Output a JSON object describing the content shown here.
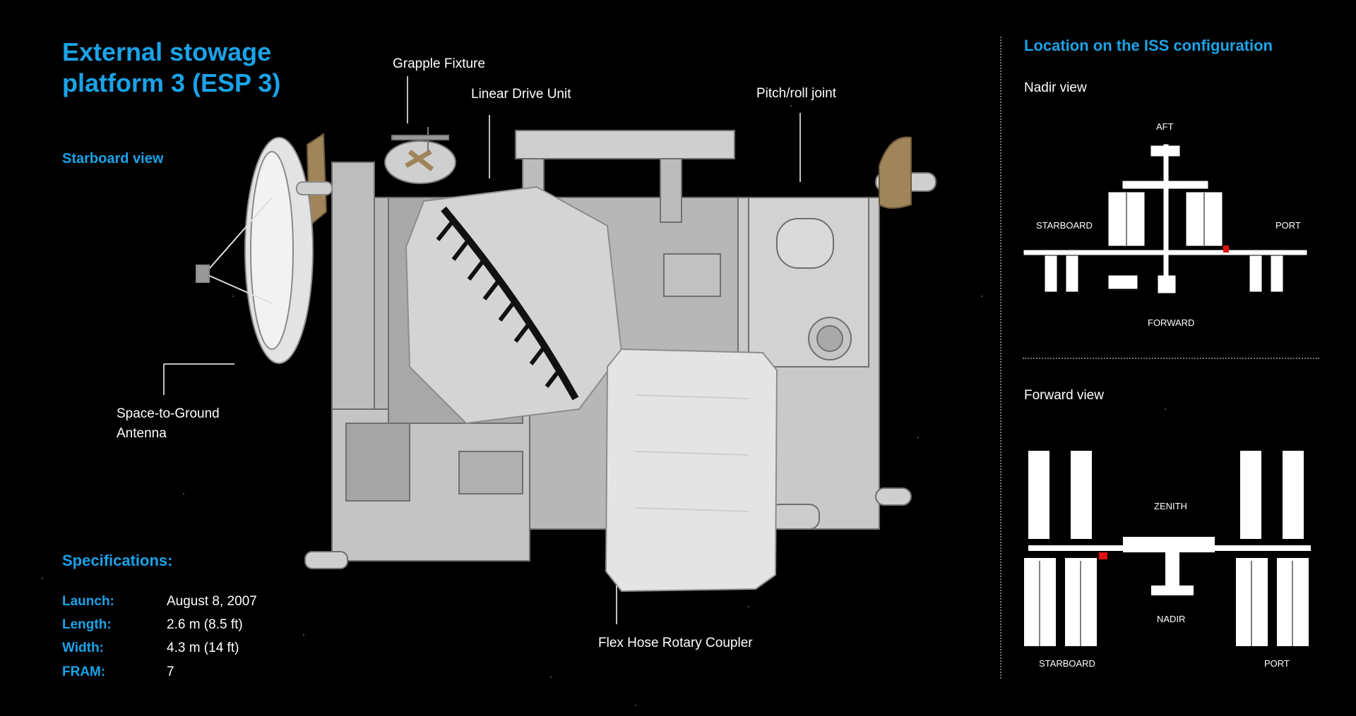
{
  "colors": {
    "accent": "#1aa3e8",
    "hardware": "#bdbdbd",
    "bag": "#d9d9d9",
    "strap": "#111111",
    "highlight": "#e01010"
  },
  "title": "External stowage platform 3 (ESP 3)",
  "starboard_view": "Starboard view",
  "callouts": {
    "grapple_fixture": "Grapple Fixture",
    "linear_drive_unit": "Linear Drive Unit",
    "pitch_roll_joint": "Pitch/roll joint",
    "space_to_ground_line1": "Space-to-Ground",
    "space_to_ground_line2": "Antenna",
    "flex_hose": "Flex Hose Rotary Coupler"
  },
  "specifications": {
    "heading": "Specifications:",
    "rows": [
      {
        "key": "Launch:",
        "value": "August 8, 2007"
      },
      {
        "key": "Length:",
        "value": "2.6 m (8.5 ft)"
      },
      {
        "key": "Width:",
        "value": "4.3 m (14 ft)"
      },
      {
        "key": "FRAM:",
        "value": "7"
      }
    ]
  },
  "location": {
    "title": "Location on the ISS configuration",
    "nadir": {
      "title": "Nadir view",
      "aft": "AFT",
      "starboard": "STARBOARD",
      "port": "PORT",
      "forward": "FORWARD"
    },
    "forward": {
      "title": "Forward view",
      "zenith": "ZENITH",
      "nadir": "NADIR",
      "starboard": "STARBOARD",
      "port": "PORT"
    }
  }
}
